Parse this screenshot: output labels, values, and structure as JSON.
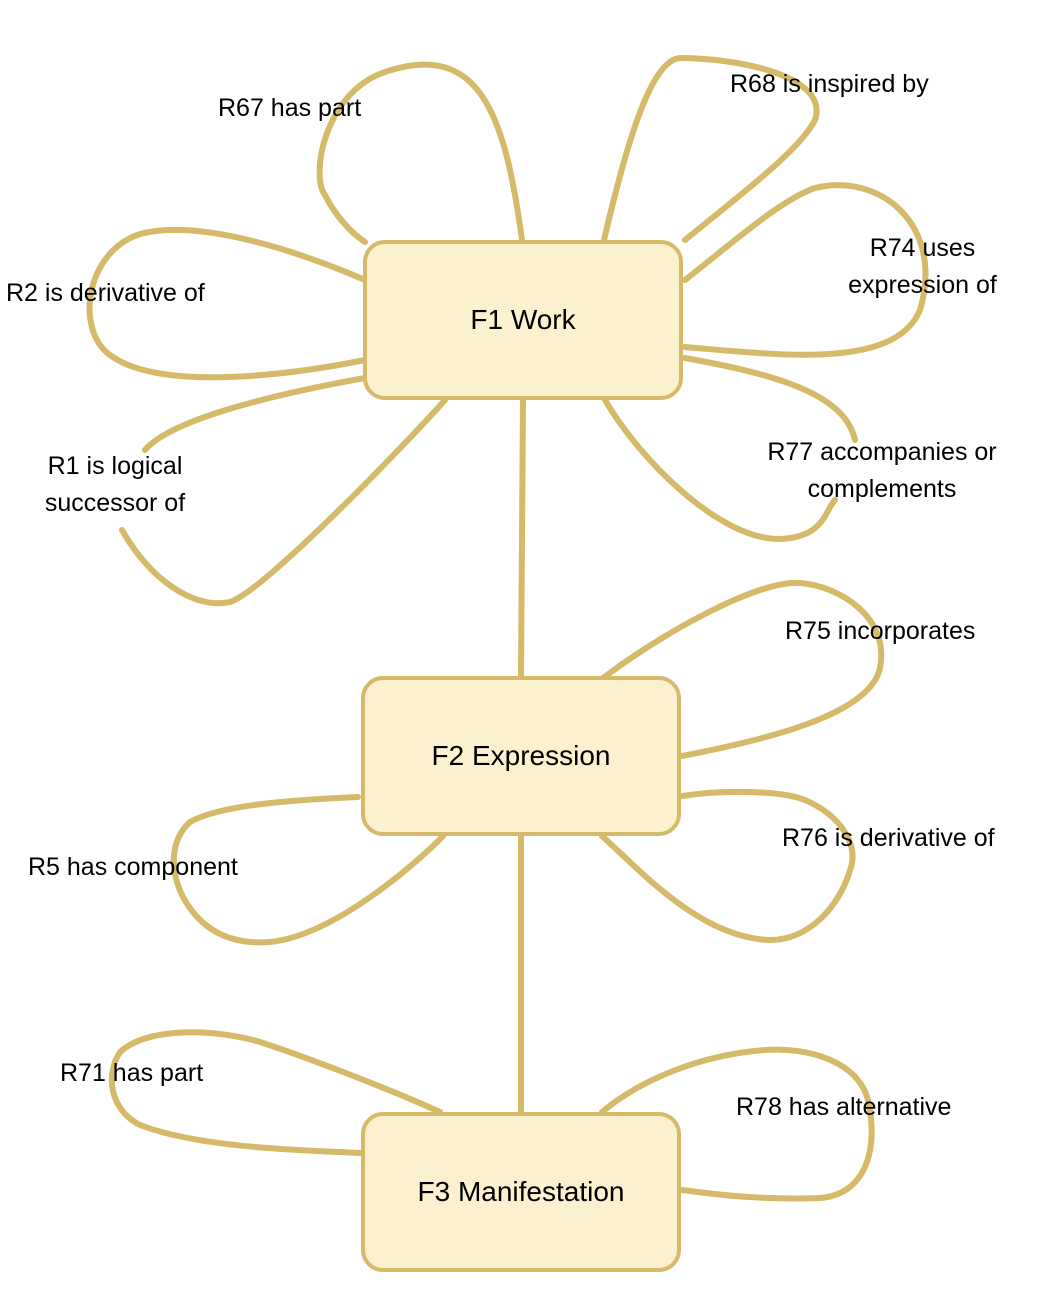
{
  "colors": {
    "edge": "#d4ba69",
    "node_fill": "#fcf1cf",
    "node_border": "#d4ba69",
    "text": "#000000",
    "background": "#ffffff"
  },
  "nodes": {
    "work": "F1 Work",
    "expression": "F2 Expression",
    "manifestation": "F3 Manifestation"
  },
  "relations": {
    "r67": "R67 has part",
    "r68": "R68 is inspired by",
    "r74": [
      "R74 uses",
      "expression of"
    ],
    "r2": "R2 is derivative of",
    "r1": [
      "R1 is logical",
      "successor of"
    ],
    "r77": [
      "R77 accompanies or",
      "complements"
    ],
    "r75": "R75 incorporates",
    "r5": "R5 has component",
    "r76": "R76 is derivative of",
    "r71": "R71 has part",
    "r78": "R78 has alternative"
  }
}
